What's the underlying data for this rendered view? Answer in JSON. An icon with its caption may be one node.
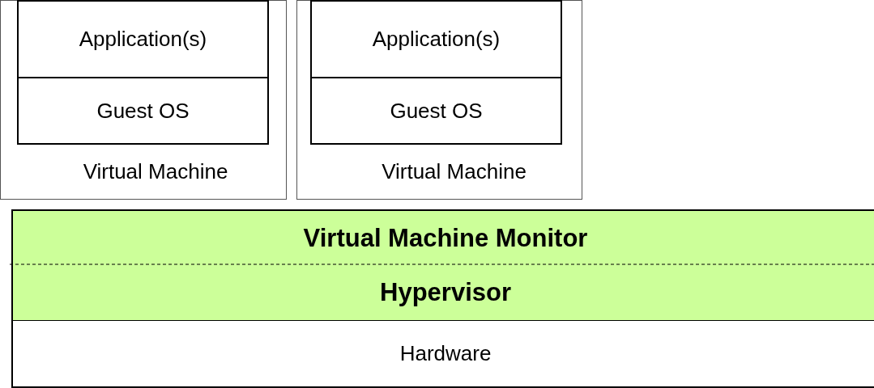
{
  "diagram": {
    "nodes": [
      {
        "text": [
          "Virtual Machine"
        ]
      },
      {
        "text": [
          "Application(s)"
        ],
        "in": 0
      },
      {
        "text": [
          "Guest OS"
        ],
        "in": 0
      },
      {
        "text": [
          "Virtual Machine"
        ]
      },
      {
        "text": [
          "Application(s)"
        ],
        "in": 3
      },
      {
        "text": [
          "Guest OS"
        ],
        "in": 3
      },
      {
        "text": [
          "Virtual Machine Monitor"
        ]
      },
      {
        "text": [
          "Hypervisor"
        ]
      },
      {
        "text": [
          "Hardware"
        ]
      }
    ]
  }
}
